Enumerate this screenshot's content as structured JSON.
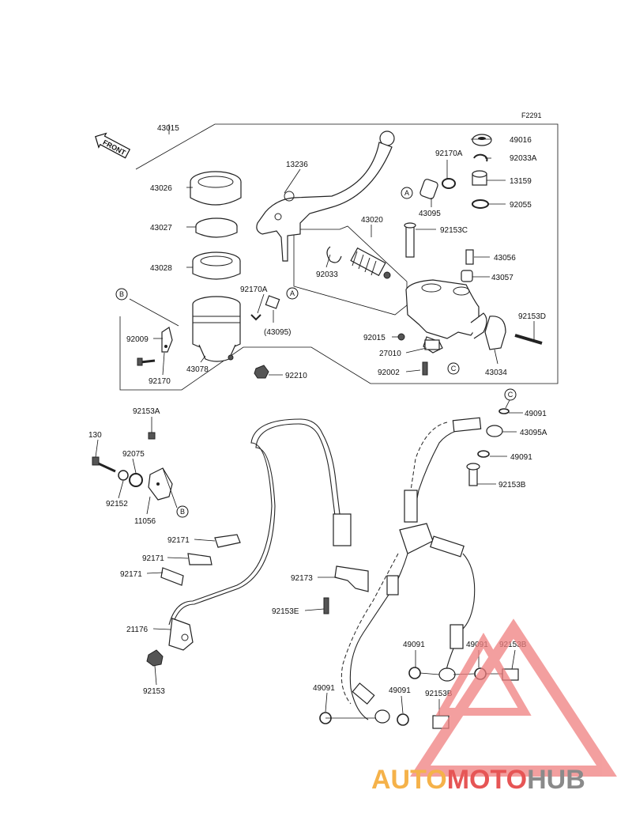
{
  "figure_code": "F2291",
  "front_arrow_label": "FRONT",
  "callouts": {
    "a": "A",
    "b": "B",
    "c": "C"
  },
  "parts": {
    "p43015": "43015",
    "p43026": "43026",
    "p43027": "43027",
    "p43028": "43028",
    "p13236": "13236",
    "p43020": "43020",
    "p92033": "92033",
    "p92170A_1": "92170A",
    "p92170A_2": "92170A",
    "p43095": "43095",
    "p43095_paren": "(43095)",
    "p49016": "49016",
    "p92033A": "92033A",
    "p13159": "13159",
    "p92055": "92055",
    "p92153C": "92153C",
    "p43056": "43056",
    "p43057": "43057",
    "p92153D": "92153D",
    "p92015": "92015",
    "p27010": "27010",
    "p92002": "92002",
    "p43034": "43034",
    "p92009": "92009",
    "p43078": "43078",
    "p92170": "92170",
    "p92210": "92210",
    "p92153A": "92153A",
    "p130": "130",
    "p92075": "92075",
    "p92152": "92152",
    "p11056": "11056",
    "p49091_a": "49091",
    "p43095A": "43095A",
    "p49091_b": "49091",
    "p92153B_a": "92153B",
    "p92171_a": "92171",
    "p92171_b": "92171",
    "p92171_c": "92171",
    "p92173": "92173",
    "p92153E": "92153E",
    "p21176": "21176",
    "p92153": "92153",
    "p49091_c": "49091",
    "p49091_d": "49091",
    "p92153B_b": "92153B",
    "p49091_e": "49091",
    "p49091_f": "49091",
    "p92153B_c": "92153B"
  },
  "watermark": {
    "part1": "AUTO",
    "part2": "MOTO",
    "part3": "HUB",
    "colors": {
      "auto": "#f5b24a",
      "moto": "#e65555",
      "hub": "#8a8a8a",
      "logo": "#f08080"
    }
  }
}
